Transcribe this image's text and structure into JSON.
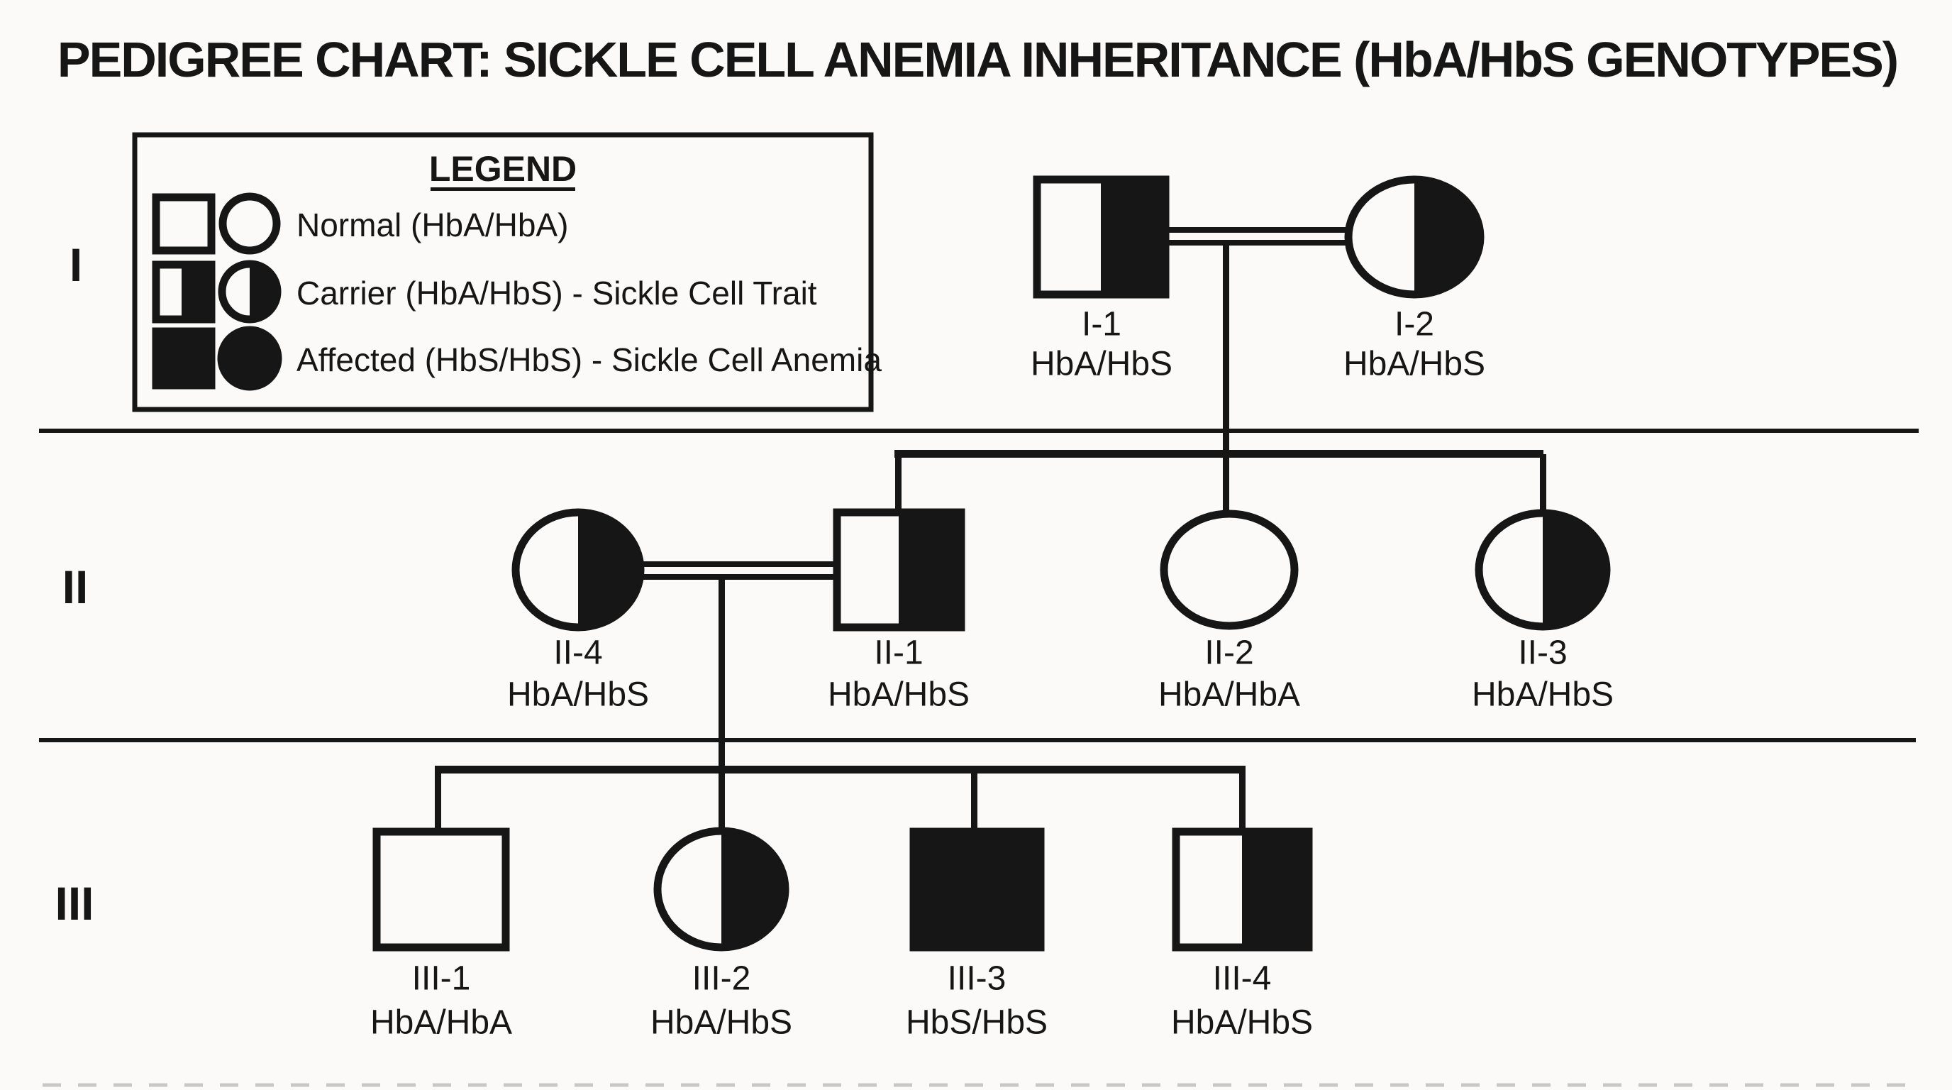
{
  "title": "PEDIGREE CHART: SICKLE CELL ANEMIA INHERITANCE (HbA/HbS GENOTYPES)",
  "legend": {
    "heading": "LEGEND",
    "items": [
      {
        "status": "normal",
        "label": "Normal (HbA/HbA)"
      },
      {
        "status": "carrier",
        "label": "Carrier (HbA/HbS) - Sickle Cell Trait"
      },
      {
        "status": "affected",
        "label": "Affected (HbS/HbS) - Sickle Cell Anemia"
      }
    ]
  },
  "generation_labels": {
    "gen1": "I",
    "gen2": "II",
    "gen3": "III"
  },
  "members": {
    "I1": {
      "id": "I-1",
      "genotype": "HbA/HbS",
      "sex": "male",
      "status": "carrier"
    },
    "I2": {
      "id": "I-2",
      "genotype": "HbA/HbS",
      "sex": "female",
      "status": "carrier"
    },
    "II4": {
      "id": "II-4",
      "genotype": "HbA/HbS",
      "sex": "female",
      "status": "carrier"
    },
    "II1": {
      "id": "II-1",
      "genotype": "HbA/HbS",
      "sex": "male",
      "status": "carrier"
    },
    "II2": {
      "id": "II-2",
      "genotype": "HbA/HbA",
      "sex": "female",
      "status": "normal"
    },
    "II3": {
      "id": "II-3",
      "genotype": "HbA/HbS",
      "sex": "female",
      "status": "carrier"
    },
    "III1": {
      "id": "III-1",
      "genotype": "HbA/HbA",
      "sex": "male",
      "status": "normal"
    },
    "III2": {
      "id": "III-2",
      "genotype": "HbA/HbS",
      "sex": "female",
      "status": "carrier"
    },
    "III3": {
      "id": "III-3",
      "genotype": "HbS/HbS",
      "sex": "male",
      "status": "affected"
    },
    "III4": {
      "id": "III-4",
      "genotype": "HbA/HbS",
      "sex": "male",
      "status": "carrier"
    }
  },
  "unions": [
    {
      "partners": [
        "I-1",
        "I-2"
      ],
      "double_line": true,
      "children": [
        "II-1",
        "II-2",
        "II-3"
      ]
    },
    {
      "partners": [
        "II-4",
        "II-1"
      ],
      "double_line": true,
      "children": [
        "III-1",
        "III-2",
        "III-3",
        "III-4"
      ]
    }
  ],
  "colors": {
    "ink": "#161616",
    "background": "#fbfaf8"
  }
}
